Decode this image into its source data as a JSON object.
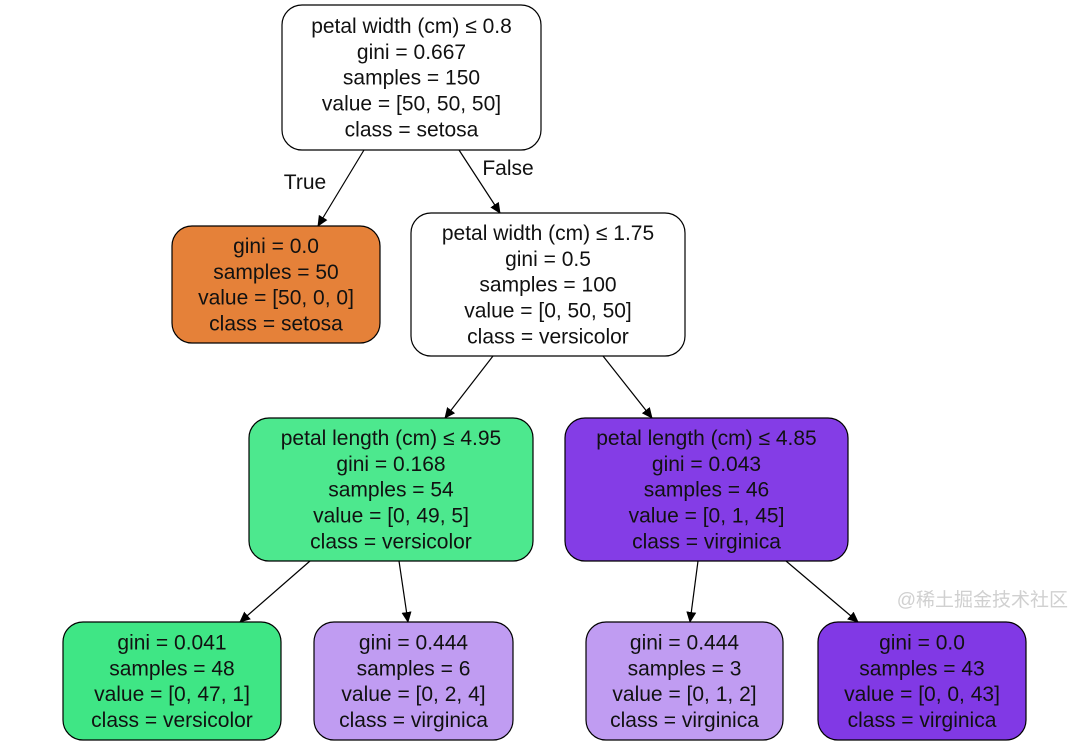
{
  "diagram": {
    "nodes": [
      {
        "id": "root",
        "lines": [
          "petal width (cm) ≤ 0.8",
          "gini = 0.667",
          "samples = 150",
          "value = [50, 50, 50]",
          "class = setosa"
        ],
        "fill": "#ffffff"
      },
      {
        "id": "n1",
        "lines": [
          "gini = 0.0",
          "samples = 50",
          "value = [50, 0, 0]",
          "class = setosa"
        ],
        "fill": "#e58139"
      },
      {
        "id": "n2",
        "lines": [
          "petal width (cm) ≤ 1.75",
          "gini = 0.5",
          "samples = 100",
          "value = [0, 50, 50]",
          "class = versicolor"
        ],
        "fill": "#ffffff"
      },
      {
        "id": "n3",
        "lines": [
          "petal length (cm) ≤ 4.95",
          "gini = 0.168",
          "samples = 54",
          "value = [0, 49, 5]",
          "class = versicolor"
        ],
        "fill": "#4de88e"
      },
      {
        "id": "n4",
        "lines": [
          "petal length (cm) ≤ 4.85",
          "gini = 0.043",
          "samples = 46",
          "value = [0, 1, 45]",
          "class = virginica"
        ],
        "fill": "#843de6"
      },
      {
        "id": "n5",
        "lines": [
          "gini = 0.041",
          "samples = 48",
          "value = [0, 47, 1]",
          "class = versicolor"
        ],
        "fill": "#3fe685"
      },
      {
        "id": "n6",
        "lines": [
          "gini = 0.444",
          "samples = 6",
          "value = [0, 2, 4]",
          "class = virginica"
        ],
        "fill": "#c09cf2"
      },
      {
        "id": "n7",
        "lines": [
          "gini = 0.444",
          "samples = 3",
          "value = [0, 1, 2]",
          "class = virginica"
        ],
        "fill": "#c09cf2"
      },
      {
        "id": "n8",
        "lines": [
          "gini = 0.0",
          "samples = 43",
          "value = [0, 0, 43]",
          "class = virginica"
        ],
        "fill": "#8139e5"
      }
    ],
    "edges": [
      {
        "from": "root",
        "to": "n1",
        "label": "True"
      },
      {
        "from": "root",
        "to": "n2",
        "label": "False"
      },
      {
        "from": "n2",
        "to": "n3",
        "label": ""
      },
      {
        "from": "n2",
        "to": "n4",
        "label": ""
      },
      {
        "from": "n3",
        "to": "n5",
        "label": ""
      },
      {
        "from": "n3",
        "to": "n6",
        "label": ""
      },
      {
        "from": "n4",
        "to": "n7",
        "label": ""
      },
      {
        "from": "n4",
        "to": "n8",
        "label": ""
      }
    ]
  },
  "watermark": "@稀土掘金技术社区"
}
